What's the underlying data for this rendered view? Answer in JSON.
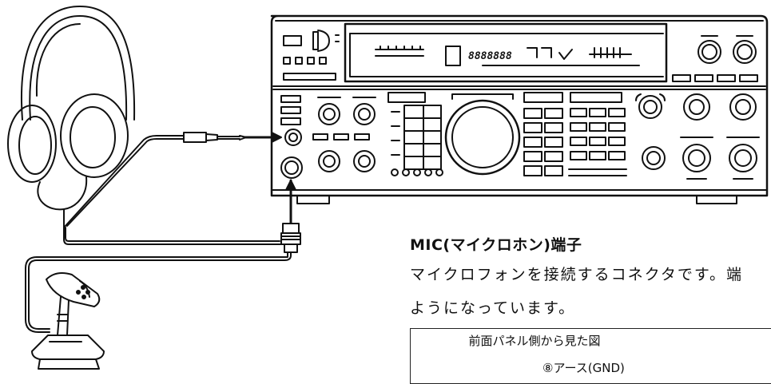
{
  "heading": "MIC(マイクロホン)端子",
  "body_lines": [
    "マイクロフォンを接続するコネクタです。端",
    "ようになっています。"
  ],
  "figure": {
    "caption": "前面パネル側から見た図",
    "pin_label": "⑧アース(GND)"
  },
  "radio_display": {
    "frequency_digits": "8888888"
  },
  "illustration_items": [
    "headphones-icon",
    "transceiver-icon",
    "desk-microphone-icon",
    "headphone-plug-icon",
    "mic-connector-icon"
  ]
}
